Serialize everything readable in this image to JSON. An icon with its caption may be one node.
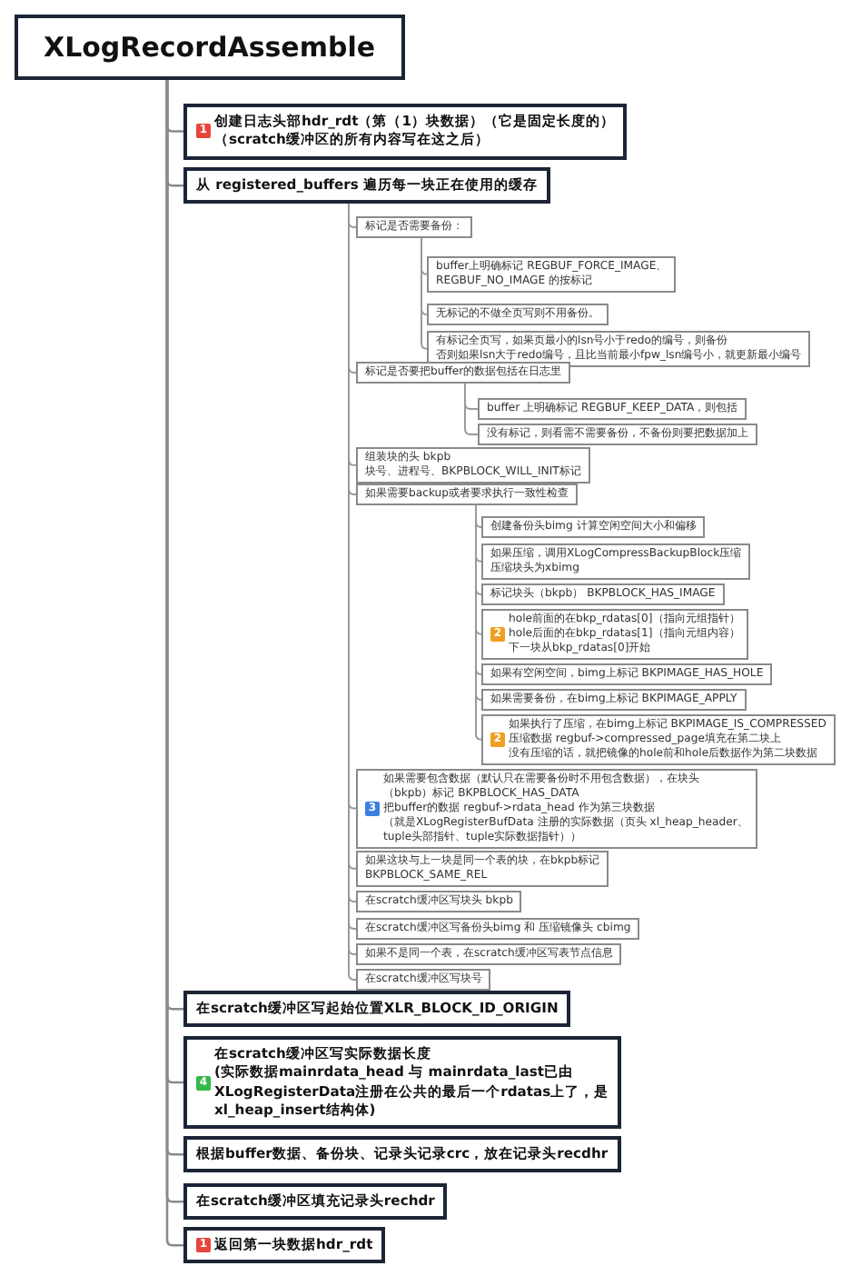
{
  "diagram": {
    "nodes": [
      {
        "text": [
          "XLogRecordAssemble"
        ]
      },
      {
        "text": [
          "1",
          "创建日志头部hdr_rdt（第（1）块数据）（它是固定长度的）",
          "（scratch缓冲区的所有内容写在这之后）"
        ]
      },
      {
        "text": [
          "从 registered_buffers 遍历每一块正在使用的缓存"
        ]
      },
      {
        "text": [
          "标记是否需要备份："
        ]
      },
      {
        "text": [
          "buffer上明确标记 REGBUF_FORCE_IMAGE、",
          "REGBUF_NO_IMAGE 的按标记"
        ]
      },
      {
        "text": [
          "无标记的不做全页写则不用备份。"
        ]
      },
      {
        "text": [
          "有标记全页写，如果页最小的lsn号小于redo的编号，则备份",
          "否则如果lsn大于redo编号，且比当前最小fpw_lsn编号小，就更新最小编号"
        ]
      },
      {
        "text": [
          "标记是否要把buffer的数据包括在日志里"
        ]
      },
      {
        "text": [
          "buffer 上明确标记 REGBUF_KEEP_DATA，则包括"
        ]
      },
      {
        "text": [
          "没有标记，则看需不需要备份，不备份则要把数据加上"
        ]
      },
      {
        "text": [
          "组装块的头 bkpb",
          "块号、进程号、BKPBLOCK_WILL_INIT标记"
        ]
      },
      {
        "text": [
          "如果需要backup或者要求执行一致性检查"
        ]
      },
      {
        "text": [
          "创建备份头bimg 计算空闲空间大小和偏移"
        ]
      },
      {
        "text": [
          "如果压缩，调用XLogCompressBackupBlock压缩",
          "压缩块头为xbimg"
        ]
      },
      {
        "text": [
          "标记块头（bkpb） BKPBLOCK_HAS_IMAGE"
        ]
      },
      {
        "text": [
          "2",
          "hole前面的在bkp_rdatas[0]（指向元组指针）",
          "hole后面的在bkp_rdatas[1]（指向元组内容）",
          "下一块从bkp_rdatas[0]开始"
        ]
      },
      {
        "text": [
          "如果有空闲空间，bimg上标记 BKPIMAGE_HAS_HOLE"
        ]
      },
      {
        "text": [
          "如果需要备份，在bimg上标记 BKPIMAGE_APPLY"
        ]
      },
      {
        "text": [
          "2",
          "如果执行了压缩，在bimg上标记 BKPIMAGE_IS_COMPRESSED",
          "压缩数据 regbuf->compressed_page填充在第二块上",
          "没有压缩的话，就把镜像的hole前和hole后数据作为第二块数据"
        ]
      },
      {
        "text": [
          "3",
          "如果需要包含数据（默认只在需要备份时不用包含数据），在块头",
          "（bkpb）标记 BKPBLOCK_HAS_DATA",
          "把buffer的数据 regbuf->rdata_head 作为第三块数据",
          "（就是XLogRegisterBufData 注册的实际数据（页头 xl_heap_header、",
          "tuple头部指针、tuple实际数据指针））"
        ]
      },
      {
        "text": [
          "如果这块与上一块是同一个表的块，在bkpb标记",
          "BKPBLOCK_SAME_REL"
        ]
      },
      {
        "text": [
          "在scratch缓冲区写块头 bkpb"
        ]
      },
      {
        "text": [
          "在scratch缓冲区写备份头bimg 和 压缩镜像头 cbimg"
        ]
      },
      {
        "text": [
          "如果不是同一个表，在scratch缓冲区写表节点信息"
        ]
      },
      {
        "text": [
          "在scratch缓冲区写块号"
        ]
      },
      {
        "text": [
          "在scratch缓冲区写起始位置XLR_BLOCK_ID_ORIGIN"
        ]
      },
      {
        "text": [
          "4",
          "在scratch缓冲区写实际数据长度",
          "(实际数据mainrdata_head 与 mainrdata_last已由",
          "XLogRegisterData注册在公共的最后一个rdatas上了，是",
          "xl_heap_insert结构体)"
        ]
      },
      {
        "text": [
          "根据buffer数据、备份块、记录头记录crc，放在记录头recdhr"
        ]
      },
      {
        "text": [
          "在scratch缓冲区填充记录头rechdr"
        ]
      },
      {
        "text": [
          "1",
          "返回第一块数据hdr_rdt"
        ]
      }
    ],
    "edges": [
      {
        "from": 0,
        "to": 1,
        "arrow": "none"
      },
      {
        "from": 0,
        "to": 2,
        "arrow": "none"
      },
      {
        "from": 2,
        "to": 3,
        "arrow": "none"
      },
      {
        "from": 3,
        "to": 4,
        "arrow": "none"
      },
      {
        "from": 3,
        "to": 5,
        "arrow": "none"
      },
      {
        "from": 3,
        "to": 6,
        "arrow": "none"
      },
      {
        "from": 2,
        "to": 7,
        "arrow": "none"
      },
      {
        "from": 7,
        "to": 8,
        "arrow": "none"
      },
      {
        "from": 7,
        "to": 9,
        "arrow": "none"
      },
      {
        "from": 2,
        "to": 10,
        "arrow": "none"
      },
      {
        "from": 2,
        "to": 11,
        "arrow": "none"
      },
      {
        "from": 11,
        "to": 12,
        "arrow": "none"
      },
      {
        "from": 11,
        "to": 13,
        "arrow": "none"
      },
      {
        "from": 11,
        "to": 14,
        "arrow": "none"
      },
      {
        "from": 11,
        "to": 15,
        "arrow": "none"
      },
      {
        "from": 11,
        "to": 16,
        "arrow": "none"
      },
      {
        "from": 11,
        "to": 17,
        "arrow": "none"
      },
      {
        "from": 11,
        "to": 18,
        "arrow": "none"
      },
      {
        "from": 2,
        "to": 19,
        "arrow": "none"
      },
      {
        "from": 2,
        "to": 20,
        "arrow": "none"
      },
      {
        "from": 2,
        "to": 21,
        "arrow": "none"
      },
      {
        "from": 2,
        "to": 22,
        "arrow": "none"
      },
      {
        "from": 2,
        "to": 23,
        "arrow": "none"
      },
      {
        "from": 2,
        "to": 24,
        "arrow": "none"
      },
      {
        "from": 0,
        "to": 25,
        "arrow": "none"
      },
      {
        "from": 0,
        "to": 26,
        "arrow": "none"
      },
      {
        "from": 0,
        "to": 27,
        "arrow": "none"
      },
      {
        "from": 0,
        "to": 28,
        "arrow": "none"
      },
      {
        "from": 0,
        "to": 29,
        "arrow": "none"
      }
    ]
  }
}
